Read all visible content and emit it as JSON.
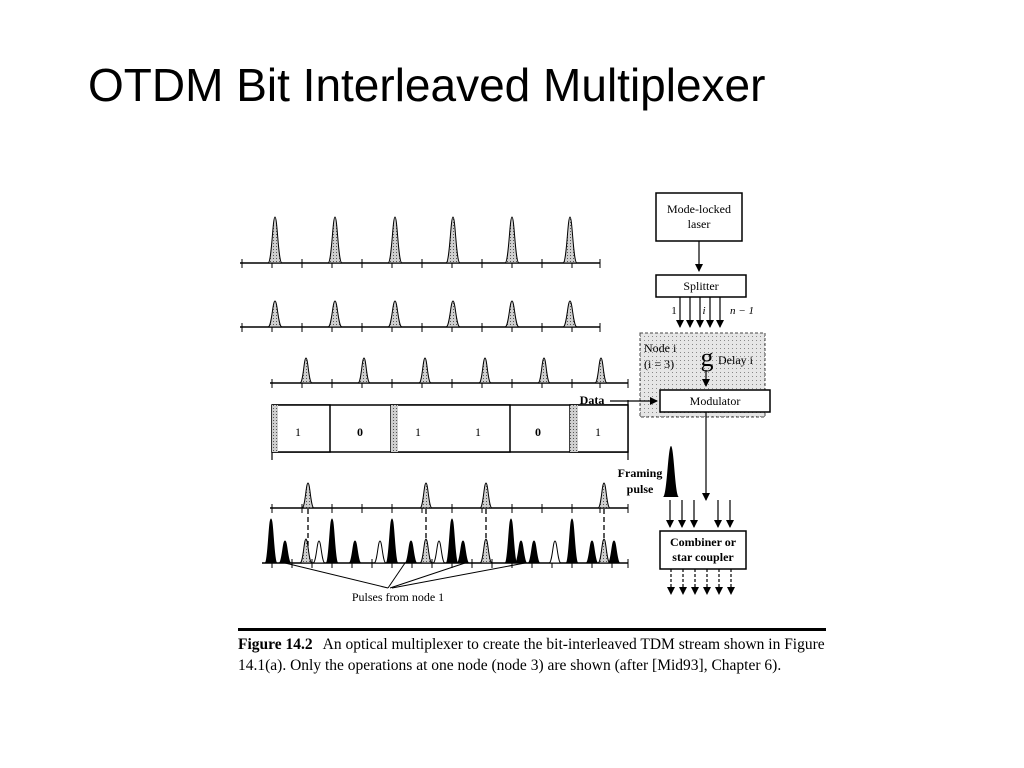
{
  "slide": {
    "title": "OTDM Bit Interleaved Multiplexer"
  },
  "diagram": {
    "laser_label_1": "Mode-locked",
    "laser_label_2": "laser",
    "splitter_label": "Splitter",
    "port_1": "1",
    "port_i": "i",
    "port_n": "n − 1",
    "node_label_1": "Node i",
    "node_label_2": "(i = 3)",
    "delay_label": "Delay i",
    "delay_glyph": "g",
    "modulator_label": "Modulator",
    "data_label": "Data",
    "framing_label_1": "Framing",
    "framing_label_2": "pulse",
    "combiner_label_1": "Combiner or",
    "combiner_label_2": "star coupler",
    "pulses_from_node": "Pulses from node 1",
    "data_bits": [
      "1",
      "0",
      "1",
      "1",
      "0",
      "1"
    ]
  },
  "caption": {
    "label": "Figure 14.2",
    "text": "An optical multiplexer to create the bit-interleaved TDM stream shown in Figure 14.1(a). Only the operations at one node (node 3) are shown (after [Mid93], Chapter 6)."
  }
}
